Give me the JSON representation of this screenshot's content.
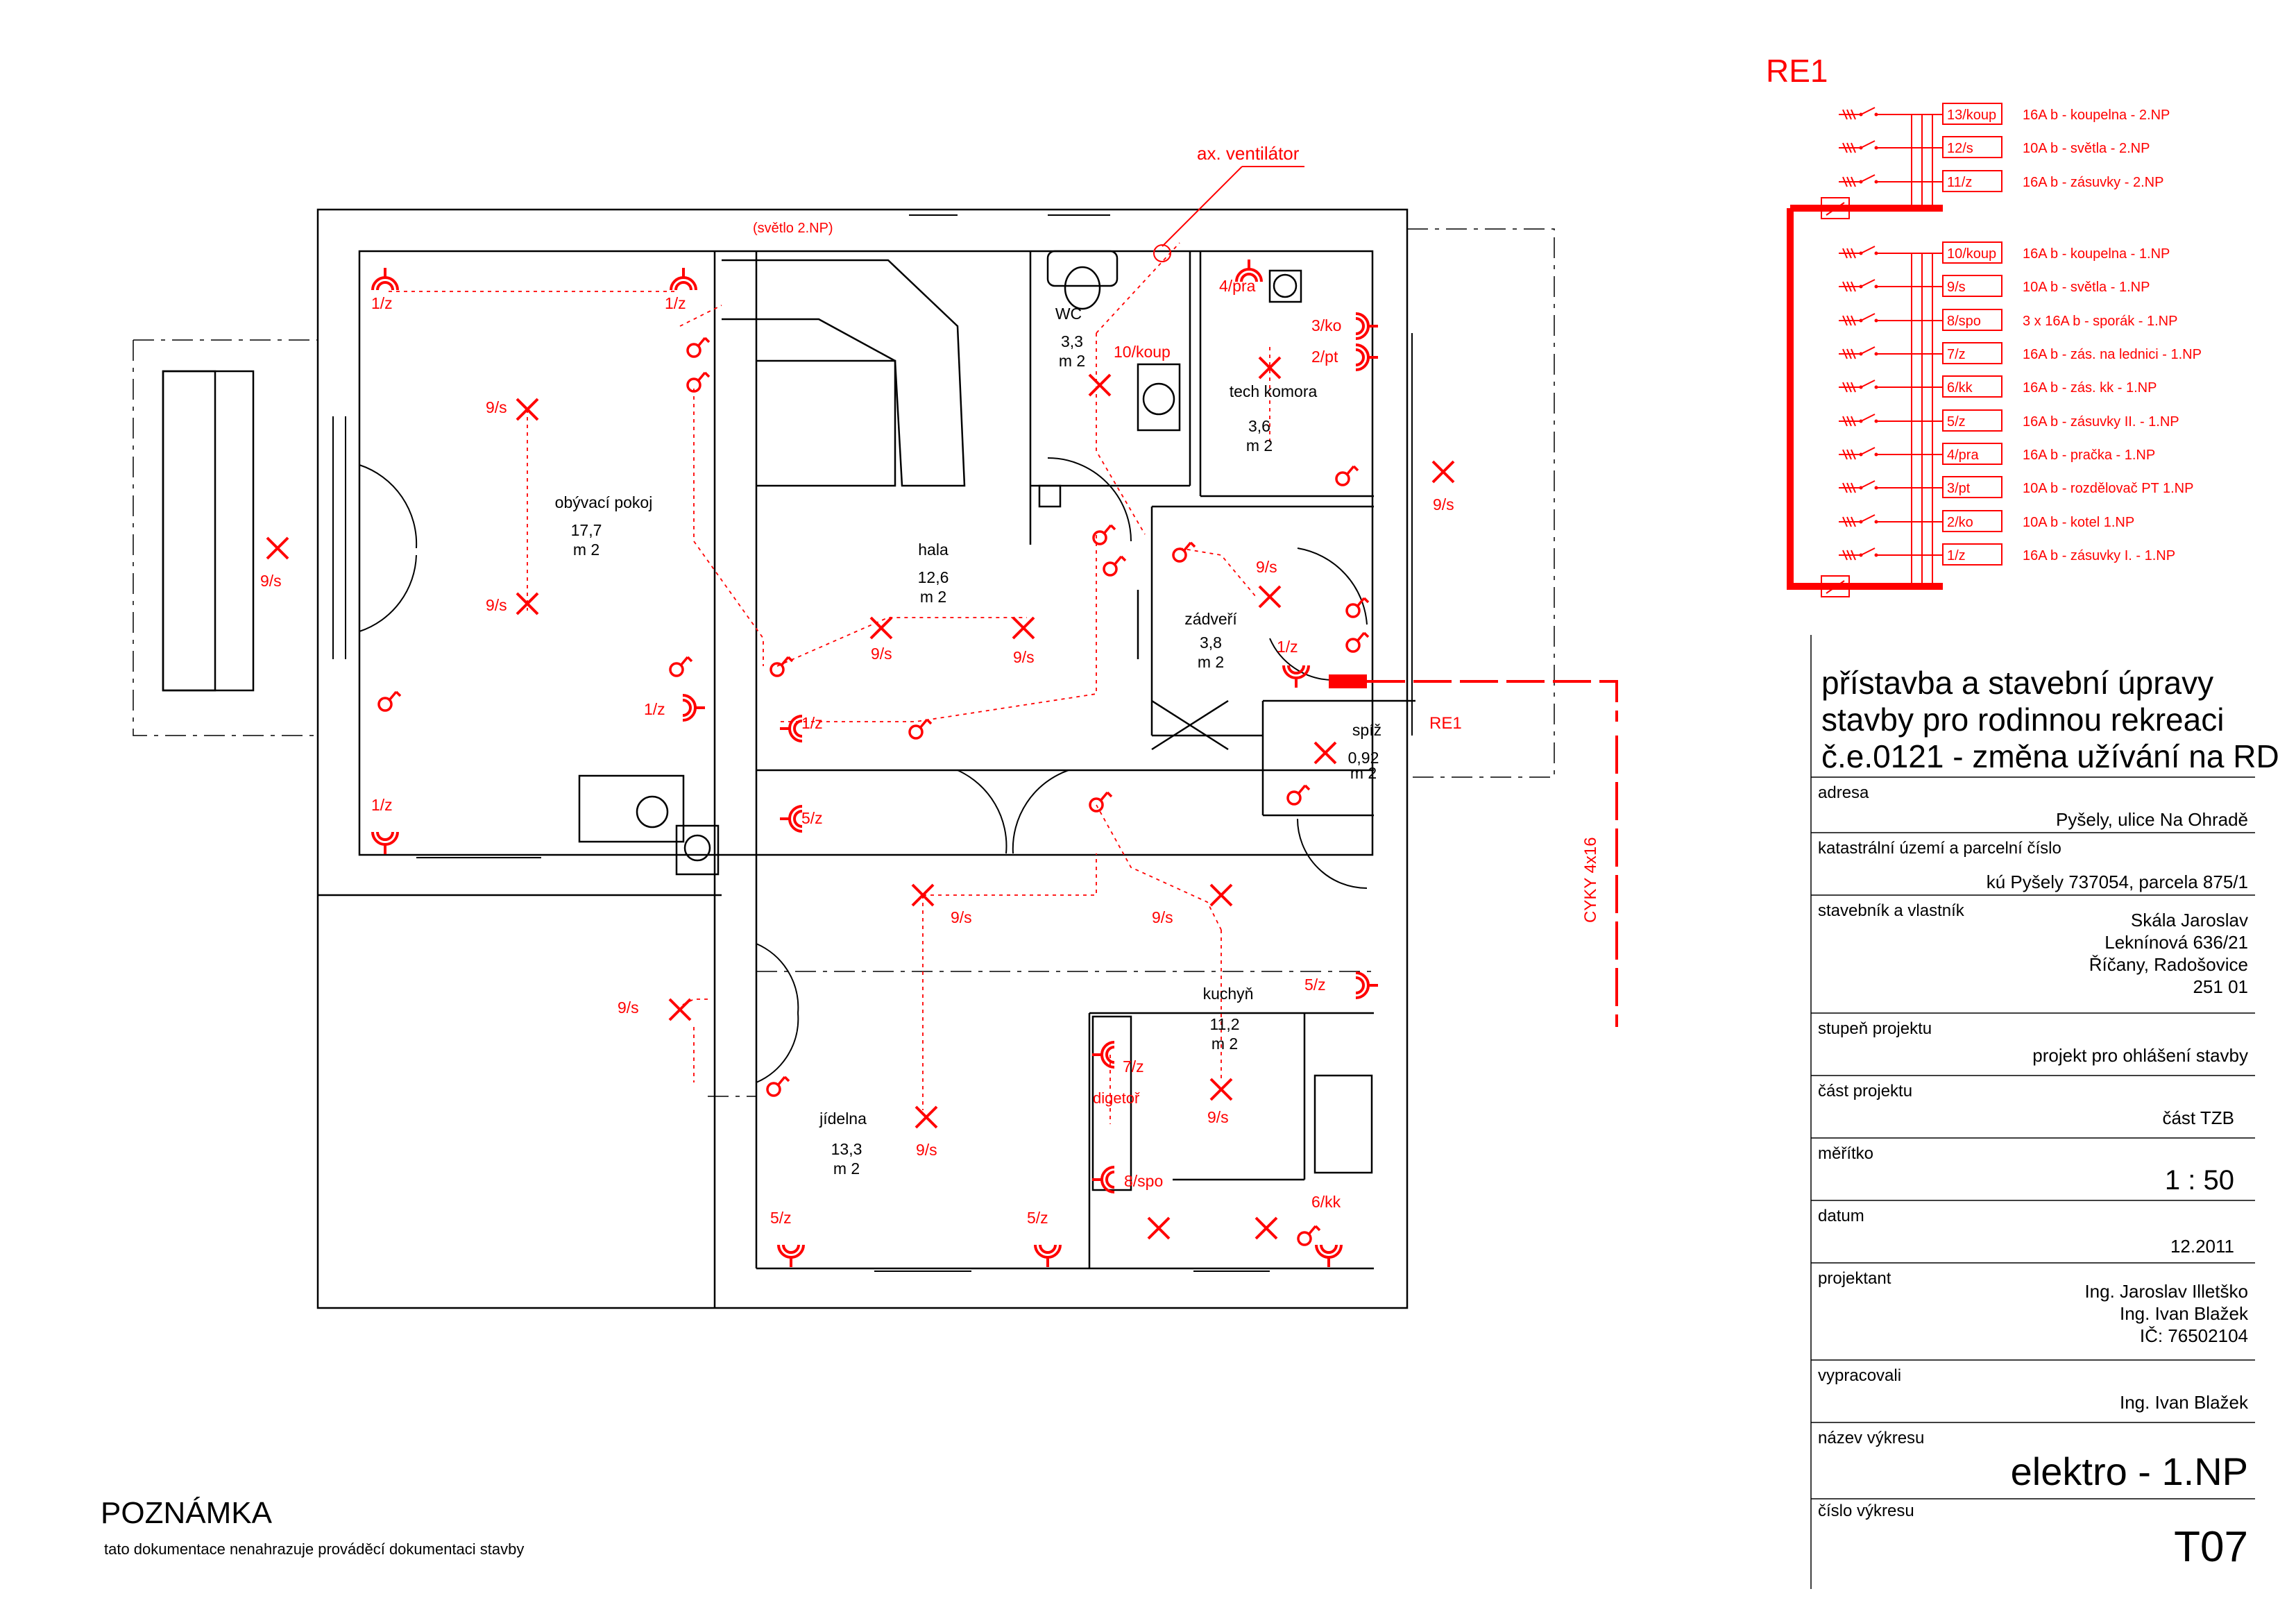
{
  "colors": {
    "accent": "#ff0000",
    "ink": "#000000"
  },
  "rooms": [
    {
      "name": "obývací pokoj",
      "area": "17,7",
      "unit": "m 2"
    },
    {
      "name": "hala",
      "area": "12,6",
      "unit": "m 2"
    },
    {
      "name": "WC",
      "area": "3,3",
      "unit": "m 2"
    },
    {
      "name": "tech komora",
      "area": "3,6",
      "unit": "m 2"
    },
    {
      "name": "zádveří",
      "area": "3,8",
      "unit": "m 2"
    },
    {
      "name": "spíž",
      "area": "0,92",
      "unit": "m 2"
    },
    {
      "name": "kuchyň",
      "area": "11,2",
      "unit": "m 2"
    },
    {
      "name": "jídelna",
      "area": "13,3",
      "unit": "m 2"
    }
  ],
  "annotations": {
    "ventilator": "ax. ventilátor",
    "svetlo2np": "(světlo 2.NP)",
    "digestor": "digetoř",
    "cable": "CYKY 4x16",
    "re1": "RE1"
  },
  "symbols": [
    {
      "label": "1/z"
    },
    {
      "label": "1/z"
    },
    {
      "label": "9/s"
    },
    {
      "label": "9/s"
    },
    {
      "label": "9/s"
    },
    {
      "label": "1/z"
    },
    {
      "label": "1/z"
    },
    {
      "label": "9/s"
    },
    {
      "label": "9/s"
    },
    {
      "label": "1/z"
    },
    {
      "label": "10/koup"
    },
    {
      "label": "4/pra"
    },
    {
      "label": "3/ko"
    },
    {
      "label": "2/pt"
    },
    {
      "label": "9/s"
    },
    {
      "label": "9/s"
    },
    {
      "label": "1/z"
    },
    {
      "label": "5/z"
    },
    {
      "label": "9/s"
    },
    {
      "label": "9/s"
    },
    {
      "label": "9/s"
    },
    {
      "label": "5/z"
    },
    {
      "label": "7/z"
    },
    {
      "label": "9/s"
    },
    {
      "label": "9/s"
    },
    {
      "label": "8/spo"
    },
    {
      "label": "5/z"
    },
    {
      "label": "5/z"
    },
    {
      "label": "6/kk"
    }
  ],
  "panel": {
    "title": "RE1",
    "circuits": [
      {
        "code": "13/koup",
        "desc": "16A b - koupelna - 2.NP"
      },
      {
        "code": "12/s",
        "desc": "10A b - světla - 2.NP"
      },
      {
        "code": "11/z",
        "desc": "16A b - zásuvky  - 2.NP"
      },
      {
        "code": "10/koup",
        "desc": "16A b - koupelna - 1.NP"
      },
      {
        "code": "9/s",
        "desc": "10A b - světla - 1.NP"
      },
      {
        "code": "8/spo",
        "desc": "3 x 16A b - sporák - 1.NP"
      },
      {
        "code": "7/z",
        "desc": "16A b - zás. na lednici - 1.NP"
      },
      {
        "code": "6/kk",
        "desc": "16A b - zás. kk - 1.NP"
      },
      {
        "code": "5/z",
        "desc": "16A b - zásuvky II. - 1.NP"
      },
      {
        "code": "4/pra",
        "desc": "16A b - pračka - 1.NP"
      },
      {
        "code": "3/pt",
        "desc": "10A b - rozdělovač PT 1.NP"
      },
      {
        "code": "2/ko",
        "desc": "10A b - kotel 1.NP"
      },
      {
        "code": "1/z",
        "desc": "16A b - zásuvky I. - 1.NP"
      }
    ]
  },
  "titleblock": {
    "project_lines": [
      "přístavba a stavební úpravy",
      "stavby pro rodinnou rekreaci",
      "č.e.0121 - změna užívání na RD"
    ],
    "address_label": "adresa",
    "address": "Pyšely, ulice Na Ohradě",
    "cadastre_label": "katastrální území a parcelní číslo",
    "cadastre": "kú Pyšely 737054, parcela 875/1",
    "owner_label": "stavebník a vlastník",
    "owner_lines": [
      "Skála Jaroslav",
      "Leknínová 636/21",
      "Říčany, Radošovice",
      "251 01"
    ],
    "stage_label": "stupeň projektu",
    "stage": "projekt pro ohlášení stavby",
    "part_label": "část projektu",
    "part": "část TZB",
    "scale_label": "měřítko",
    "scale": "1 : 50",
    "date_label": "datum",
    "date": "12.2011",
    "designer_label": "projektant",
    "designer_lines": [
      "Ing. Jaroslav Illetško",
      "Ing. Ivan Blažek",
      "IČ: 76502104"
    ],
    "prepared_label": "vypracovali",
    "prepared": "Ing. Ivan Blažek",
    "drawing_label": "název výkresu",
    "drawing": "elektro - 1.NP",
    "number_label": "číslo výkresu",
    "number": "T07"
  },
  "note": {
    "title": "POZNÁMKA",
    "text": "tato dokumentace nenahrazuje prováděcí dokumentaci stavby"
  }
}
